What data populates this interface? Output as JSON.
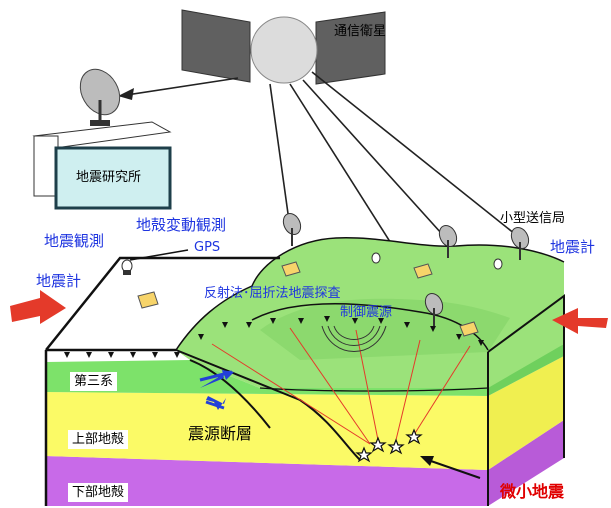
{
  "labels": {
    "satellite": "通信衛星",
    "institute": "地震研究所",
    "crust_obs": "地殻変動観測",
    "gps": "GPS",
    "seis_obs": "地震観測",
    "seismometer_left": "地震計",
    "seismometer_right": "地震計",
    "small_station": "小型送信局",
    "survey": "反射法･屈折法地震探査",
    "controlled_source": "制御震源",
    "tertiary": "第三系",
    "upper_crust": "上部地殻",
    "lower_crust": "下部地殻",
    "fault": "震源断層",
    "microquake": "微小地震"
  },
  "colors": {
    "sky": "#ffffff",
    "surface_green": "#9be27a",
    "tertiary_green": "#7de26a",
    "upper_crust": "#fbfa66",
    "lower_crust": "#c86ae8",
    "blue_text": "#1f35e0",
    "red_text": "#e00000",
    "red_arrow": "#e43a2a",
    "institute_box": "#cfeff0"
  }
}
